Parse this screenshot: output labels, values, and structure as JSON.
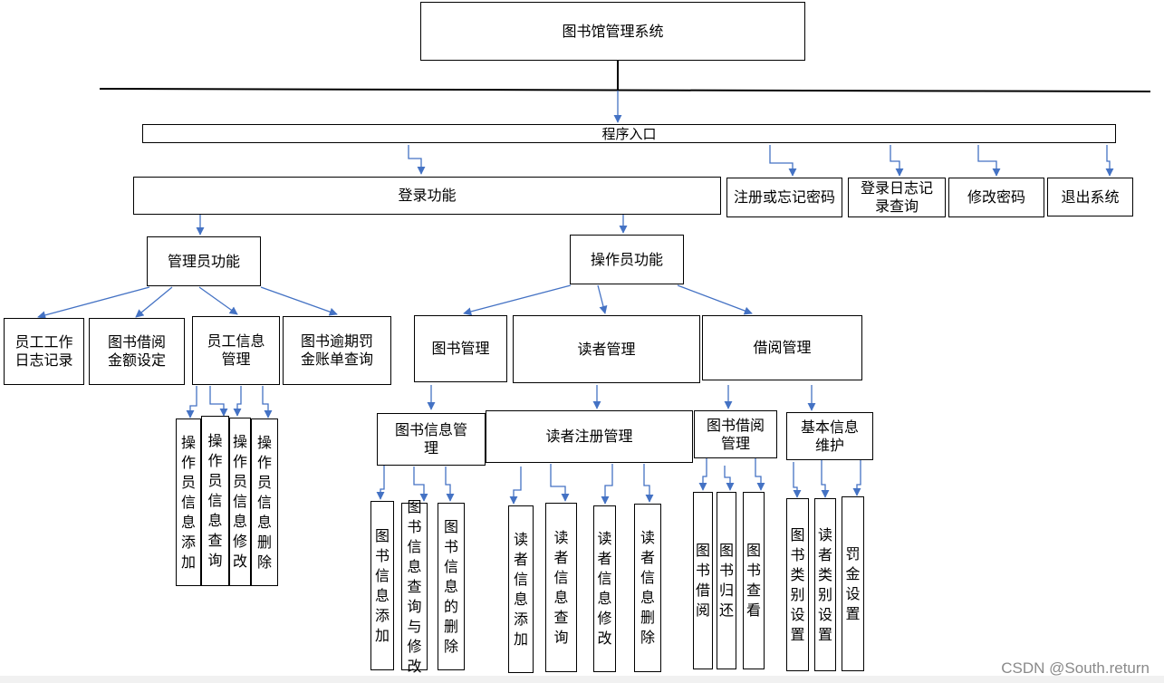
{
  "diagram": {
    "root": "图书馆管理系统",
    "entry": "程序入口",
    "top_level": {
      "login": "登录功能",
      "register": "注册或忘记密码",
      "login_log": "登录日志记录查询",
      "change_password": "修改密码",
      "exit": "退出系统"
    },
    "admin": {
      "label": "管理员功能",
      "items": [
        "员工工作日志记录",
        "图书借阅金额设定",
        "员工信息管理",
        "图书逾期罚金账单查询"
      ],
      "staff_ops": [
        "操作员信息添加",
        "操作员信息查询",
        "操作员信息修改",
        "操作员信息删除"
      ]
    },
    "operator": {
      "label": "操作员功能",
      "modules": [
        "图书管理",
        "读者管理",
        "借阅管理"
      ],
      "book_info": {
        "label": "图书信息管理",
        "items": [
          "图书信息添加",
          "图书信息查询与修改",
          "图书信息的删除"
        ]
      },
      "reader_reg": {
        "label": "读者注册管理",
        "items": [
          "读者信息添加",
          "读者信息查询",
          "读者信息修改",
          "读者信息删除"
        ]
      },
      "borrow": {
        "label": "图书借阅管理",
        "items": [
          "图书借阅",
          "图书归还",
          "图书查看"
        ]
      },
      "basic": {
        "label": "基本信息维护",
        "items": [
          "图书类别设置",
          "读者类别设置",
          "罚金设置"
        ]
      }
    }
  },
  "watermark": "CSDN @South.return",
  "colors": {
    "arrow": "#4472c4",
    "line": "#000000"
  }
}
